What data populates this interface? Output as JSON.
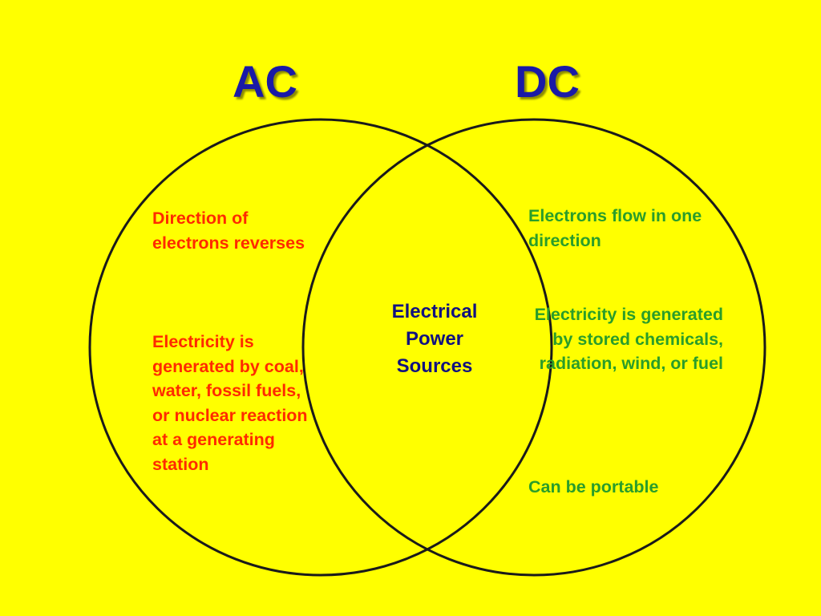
{
  "diagram": {
    "left_set": {
      "title": "AC",
      "facts": [
        "Direction of electrons reverses",
        "Electricity is generated by coal, water, fossil fuels, or nuclear reaction at a generating station"
      ]
    },
    "right_set": {
      "title": "DC",
      "facts": [
        "Electrons flow in one direction",
        "Electricity is generated by stored chemicals, radiation, wind, or fuel",
        "Can be portable"
      ]
    },
    "intersection": {
      "label": "Electrical Power Sources"
    },
    "colors": {
      "background": "#ffff00",
      "heading": "#1a1aa6",
      "left_text": "#ff2a00",
      "right_text": "#2a9d2a",
      "center_text": "#111180",
      "circle_stroke": "#1a1a1a"
    }
  }
}
